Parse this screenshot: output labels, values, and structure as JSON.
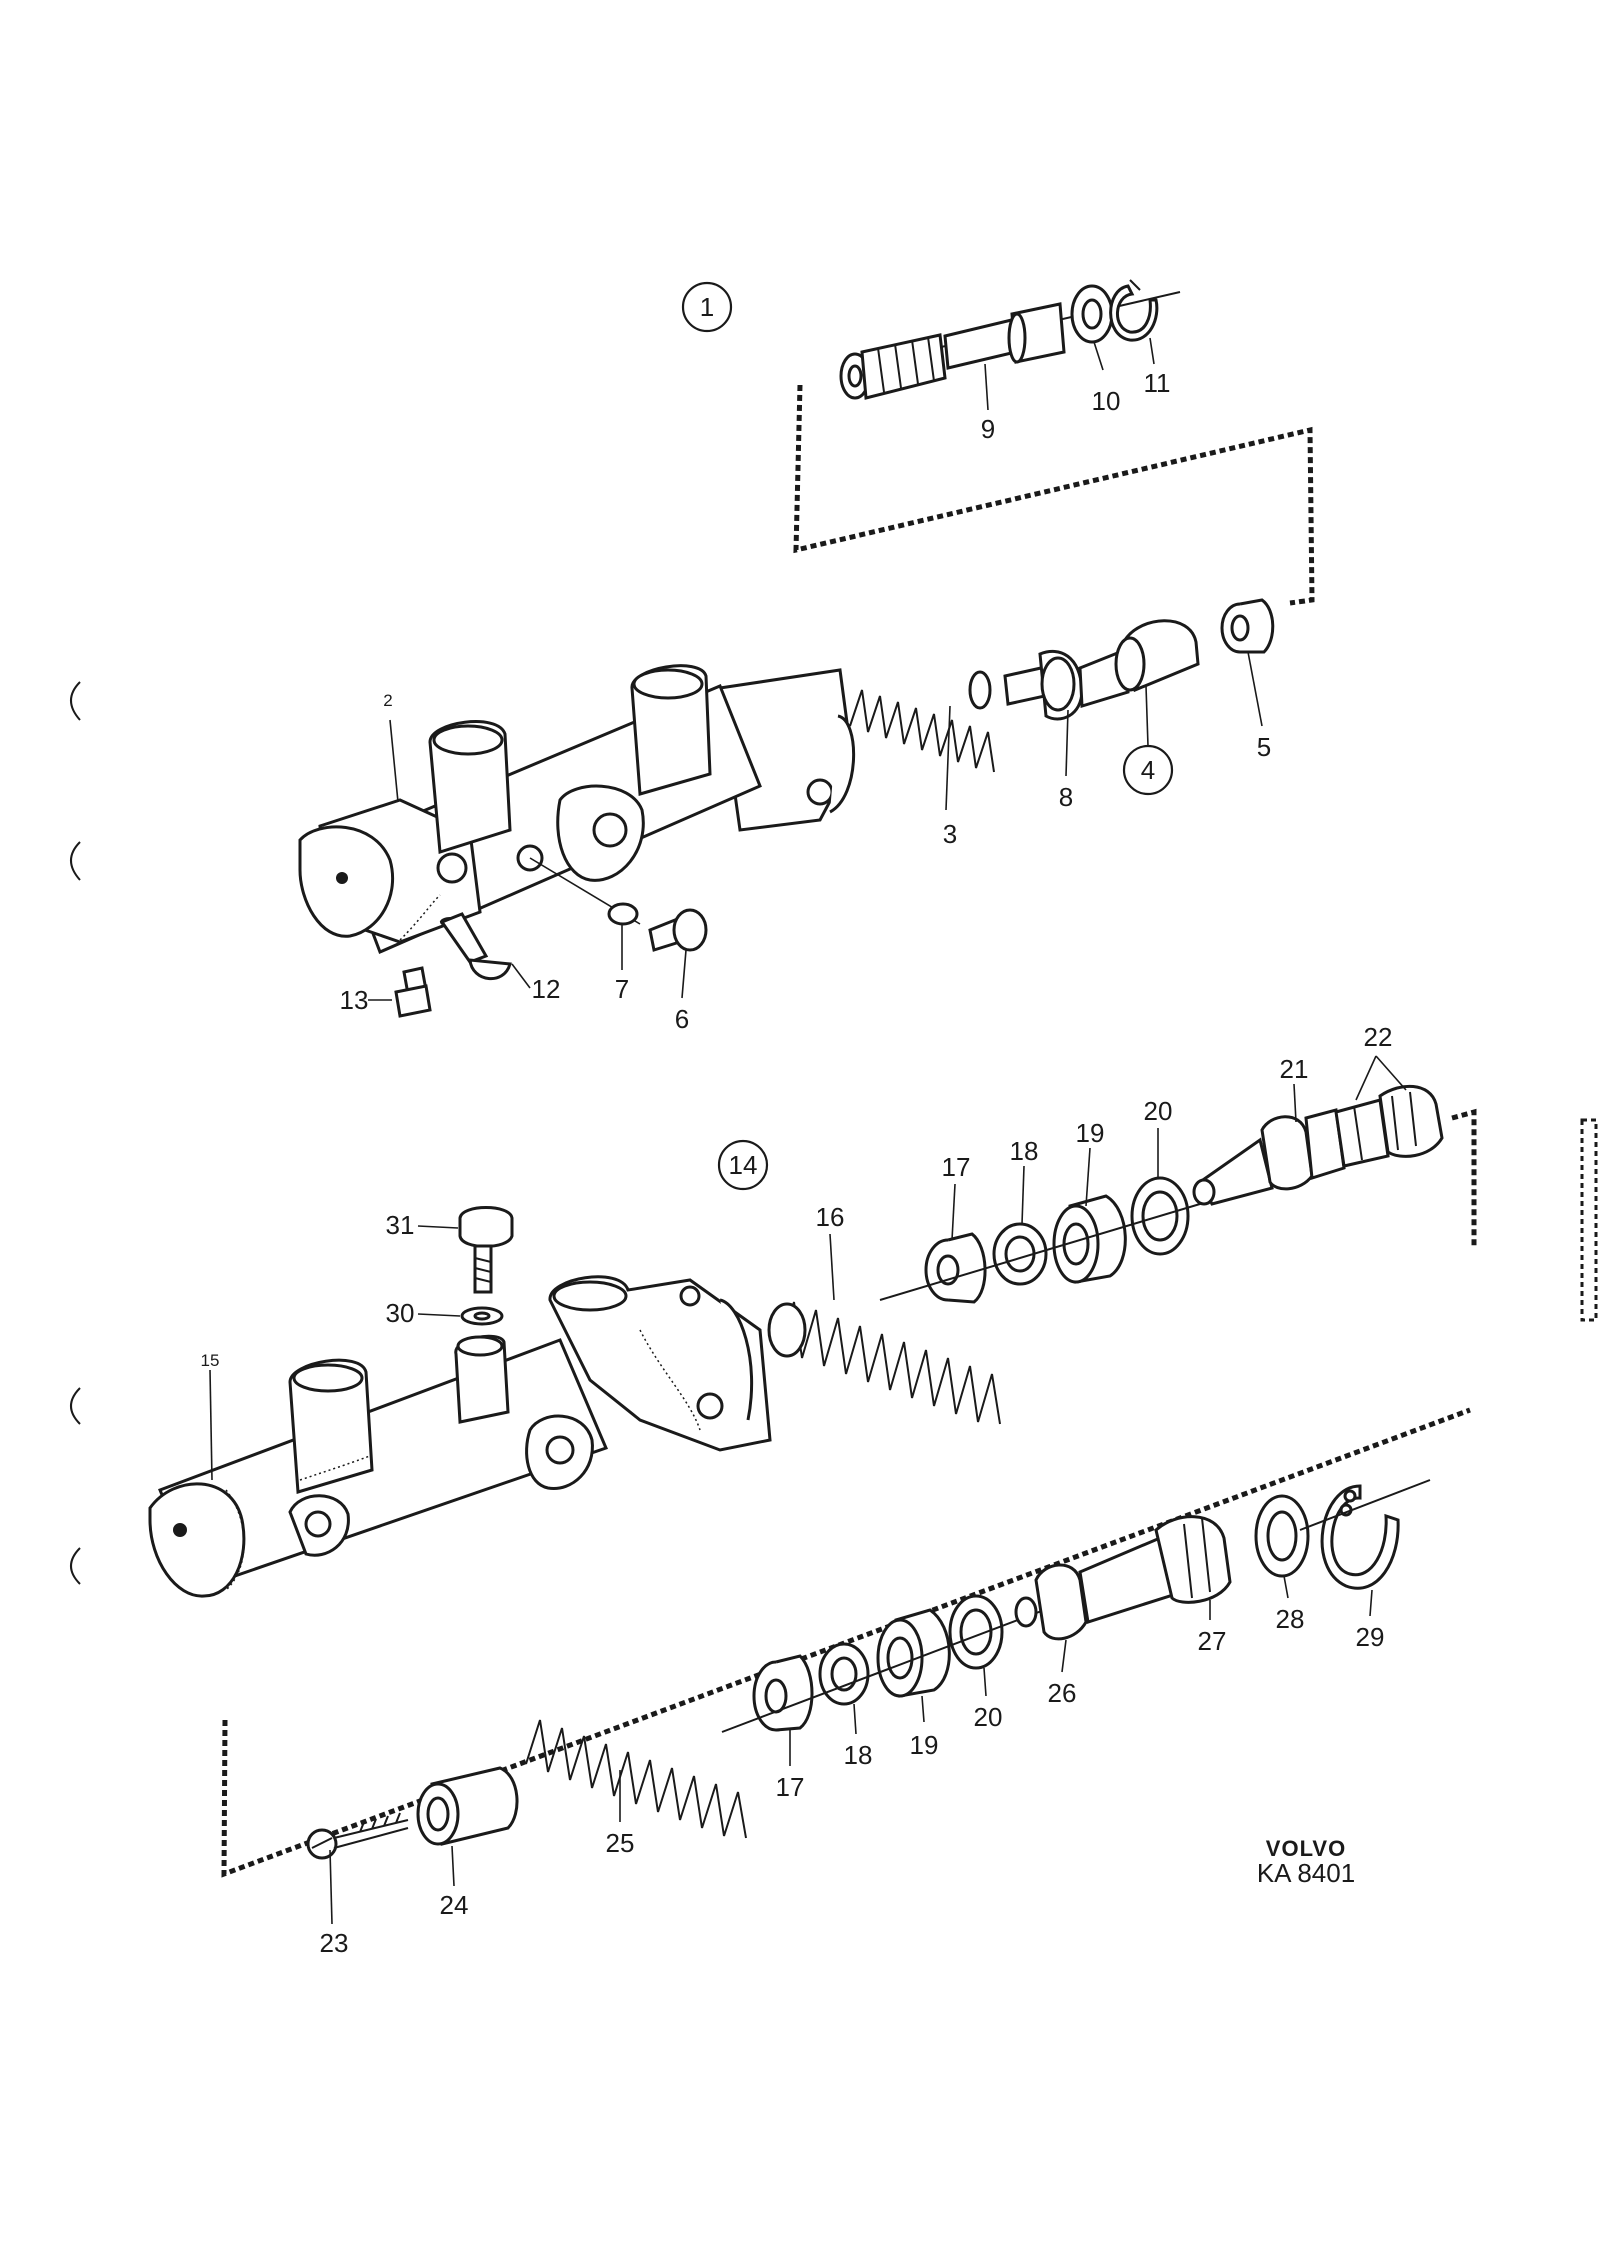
{
  "diagram": {
    "brand": "VOLVO",
    "code": "KA 8401",
    "callouts": {
      "c1": "1",
      "c2": "2",
      "c3": "3",
      "c4": "4",
      "c5": "5",
      "c6": "6",
      "c7": "7",
      "c8": "8",
      "c9": "9",
      "c10": "10",
      "c11": "11",
      "c12": "12",
      "c13": "13",
      "c14": "14",
      "c15": "15",
      "c16": "16",
      "c17a": "17",
      "c17b": "17",
      "c18a": "18",
      "c18b": "18",
      "c19a": "19",
      "c19b": "19",
      "c20a": "20",
      "c20b": "20",
      "c21": "21",
      "c22": "22",
      "c23": "23",
      "c24": "24",
      "c25": "25",
      "c26": "26",
      "c27": "27",
      "c28": "28",
      "c29": "29",
      "c30": "30",
      "c31": "31"
    }
  }
}
